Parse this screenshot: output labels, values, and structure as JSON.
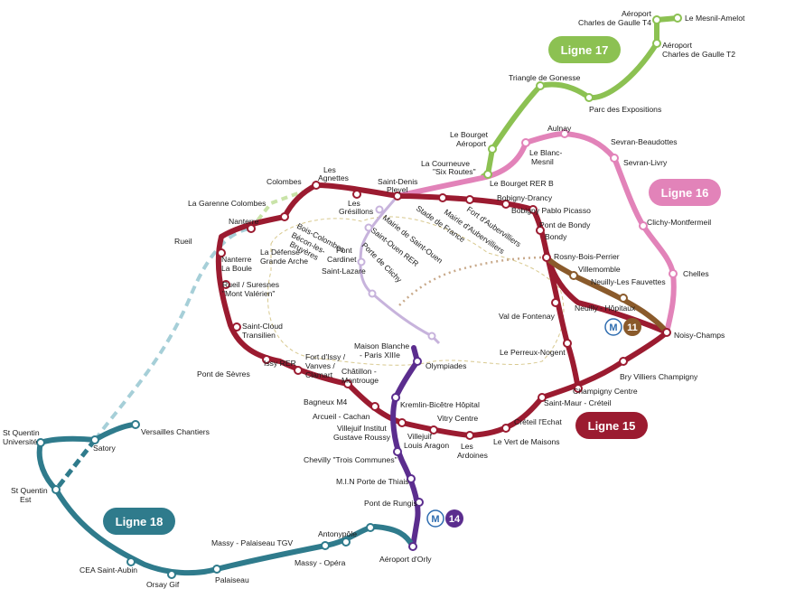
{
  "colors": {
    "ligne15": "#9b1b30",
    "ligne16": "#e283b9",
    "ligne17": "#8cc152",
    "ligne18": "#2f7b8c",
    "ligne14": "#5b2d8e",
    "ligne11": "#8a5a2b",
    "dashed18": "#a6cfd8",
    "dashed17": "#c9e3a8",
    "lavender": "#c7b3dc",
    "zone": "#d8c98f"
  },
  "badges": {
    "l17": "Ligne 17",
    "l16": "Ligne 16",
    "l15": "Ligne 15",
    "l18": "Ligne 18"
  },
  "metro": {
    "m_letter": "M",
    "n11": "11",
    "n14": "14"
  },
  "stations": {
    "mesnil_amelot": "Le Mesnil-Amelot",
    "cdg_t4_a": "Aéroport",
    "cdg_t4_b": "Charles de Gaulle T4",
    "cdg_t2_a": "Aéroport",
    "cdg_t2_b": "Charles de Gaulle T2",
    "triangle_gonesse": "Triangle de Gonesse",
    "parc_expositions": "Parc des Expositions",
    "bourget_aeroport_a": "Le Bourget",
    "bourget_aeroport_b": "Aéroport",
    "courneuve_a": "La Courneuve",
    "courneuve_b": "\"Six Routes\"",
    "bourget_rerb": "Le Bourget RER B",
    "aulnay": "Aulnay",
    "blanc_mesnil_a": "Le Blanc-",
    "blanc_mesnil_b": "Mesnil",
    "sevran_beaudottes": "Sevran-Beaudottes",
    "sevran_livry": "Sevran-Livry",
    "clichy_montfermeil": "Clichy-Montfermeil",
    "chelles": "Chelles",
    "noisy_champs": "Noisy-Champs",
    "colombes": "Colombes",
    "agnettes_a": "Les",
    "agnettes_b": "Agnettes",
    "gresillons_a": "Les",
    "gresillons_b": "Grésillons",
    "saint_denis_a": "Saint-Denis",
    "saint_denis_b": "Pleyel",
    "garenne": "La Garenne Colombes",
    "nanterre": "Nanterre",
    "rueil": "Rueil",
    "bois_colombes": "Bois-Colombes",
    "becon_a": "Bécon-les-",
    "becon_b": "Bruyères",
    "defense_a": "La Défense",
    "defense_b": "Grande Arche",
    "mairie_saint_ouen": "Mairie de Saint-Ouen",
    "saint_ouen_rer": "Saint-Ouen RER",
    "porte_clichy": "Porte de Clichy",
    "pont_cardinet_a": "Pont",
    "pont_cardinet_b": "Cardinet",
    "saint_lazare": "Saint-Lazare",
    "stade_france": "Stade de France",
    "mairie_aubervilliers": "Mairie d'Aubervilliers",
    "fort_aubervilliers": "Fort d'Aubervilliers",
    "bobigny_drancy": "Bobigny-Drancy",
    "bobigny_picasso": "Bobigny Pablo Picasso",
    "pont_bondy": "Pont de Bondy",
    "bondy": "Bondy",
    "rosny": "Rosny-Bois-Perrier",
    "villemomble": "Villemomble",
    "neuilly_fauvettes": "Neuilly-Les Fauvettes",
    "neuilly_hopitaux": "Neuilly - Hôpitaux",
    "nanterre_boule_a": "Nanterre",
    "nanterre_boule_b": "La Boule",
    "rueil_suresnes_a": "Rueil / Suresnes",
    "rueil_suresnes_b": "\"Mont Valérien\"",
    "saint_cloud_a": "Saint-Cloud",
    "saint_cloud_b": "Transilien",
    "pont_sevres": "Pont de Sèvres",
    "issy_rer": "Issy RER",
    "fort_issy_a": "Fort d'Issy /",
    "fort_issy_b": "Vanves /",
    "fort_issy_c": "Clamart",
    "chatillon_a": "Châtillon -",
    "chatillon_b": "Montrouge",
    "maison_blanche_a": "Maison Blanche",
    "maison_blanche_b": "- Paris XIIIe",
    "olympiades": "Olympiades",
    "val_fontenay": "Val de Fontenay",
    "perreux": "Le Perreux-Nogent",
    "bry_villiers": "Bry Villiers Champigny",
    "champigny": "Champigny Centre",
    "saint_maur": "Saint-Maur - Créteil",
    "creteil_echat": "Créteil l'Echat",
    "vert_maisons": "Le Vert de Maisons",
    "ardoines_a": "Les",
    "ardoines_b": "Ardoines",
    "vitry": "Vitry Centre",
    "bagneux": "Bagneux M4",
    "arcueil": "Arcueil - Cachan",
    "kremlin": "Kremlin-Bicêtre Hôpital",
    "villejuif_igr_a": "Villejuif Institut",
    "villejuif_igr_b": "Gustave Roussy",
    "villejuif_aragon_a": "Villejuif",
    "villejuif_aragon_b": "Louis Aragon",
    "chevilly": "Chevilly \"Trois Communes\"",
    "min_thiais": "M.I.N Porte de Thiais",
    "pont_rungis": "Pont de Rungis",
    "orly": "Aéroport d'Orly",
    "sq_univ_a": "St Quentin",
    "sq_univ_b": "Université",
    "satory": "Satory",
    "versailles": "Versailles Chantiers",
    "sq_est_a": "St Quentin",
    "sq_est_b": "Est",
    "cea": "CEA Saint-Aubin",
    "orsay": "Orsay Gif",
    "palaiseau": "Palaiseau",
    "massy_tgv": "Massy - Palaiseau TGV",
    "massy_opera": "Massy - Opéra",
    "antonypole": "Antonypôle"
  }
}
